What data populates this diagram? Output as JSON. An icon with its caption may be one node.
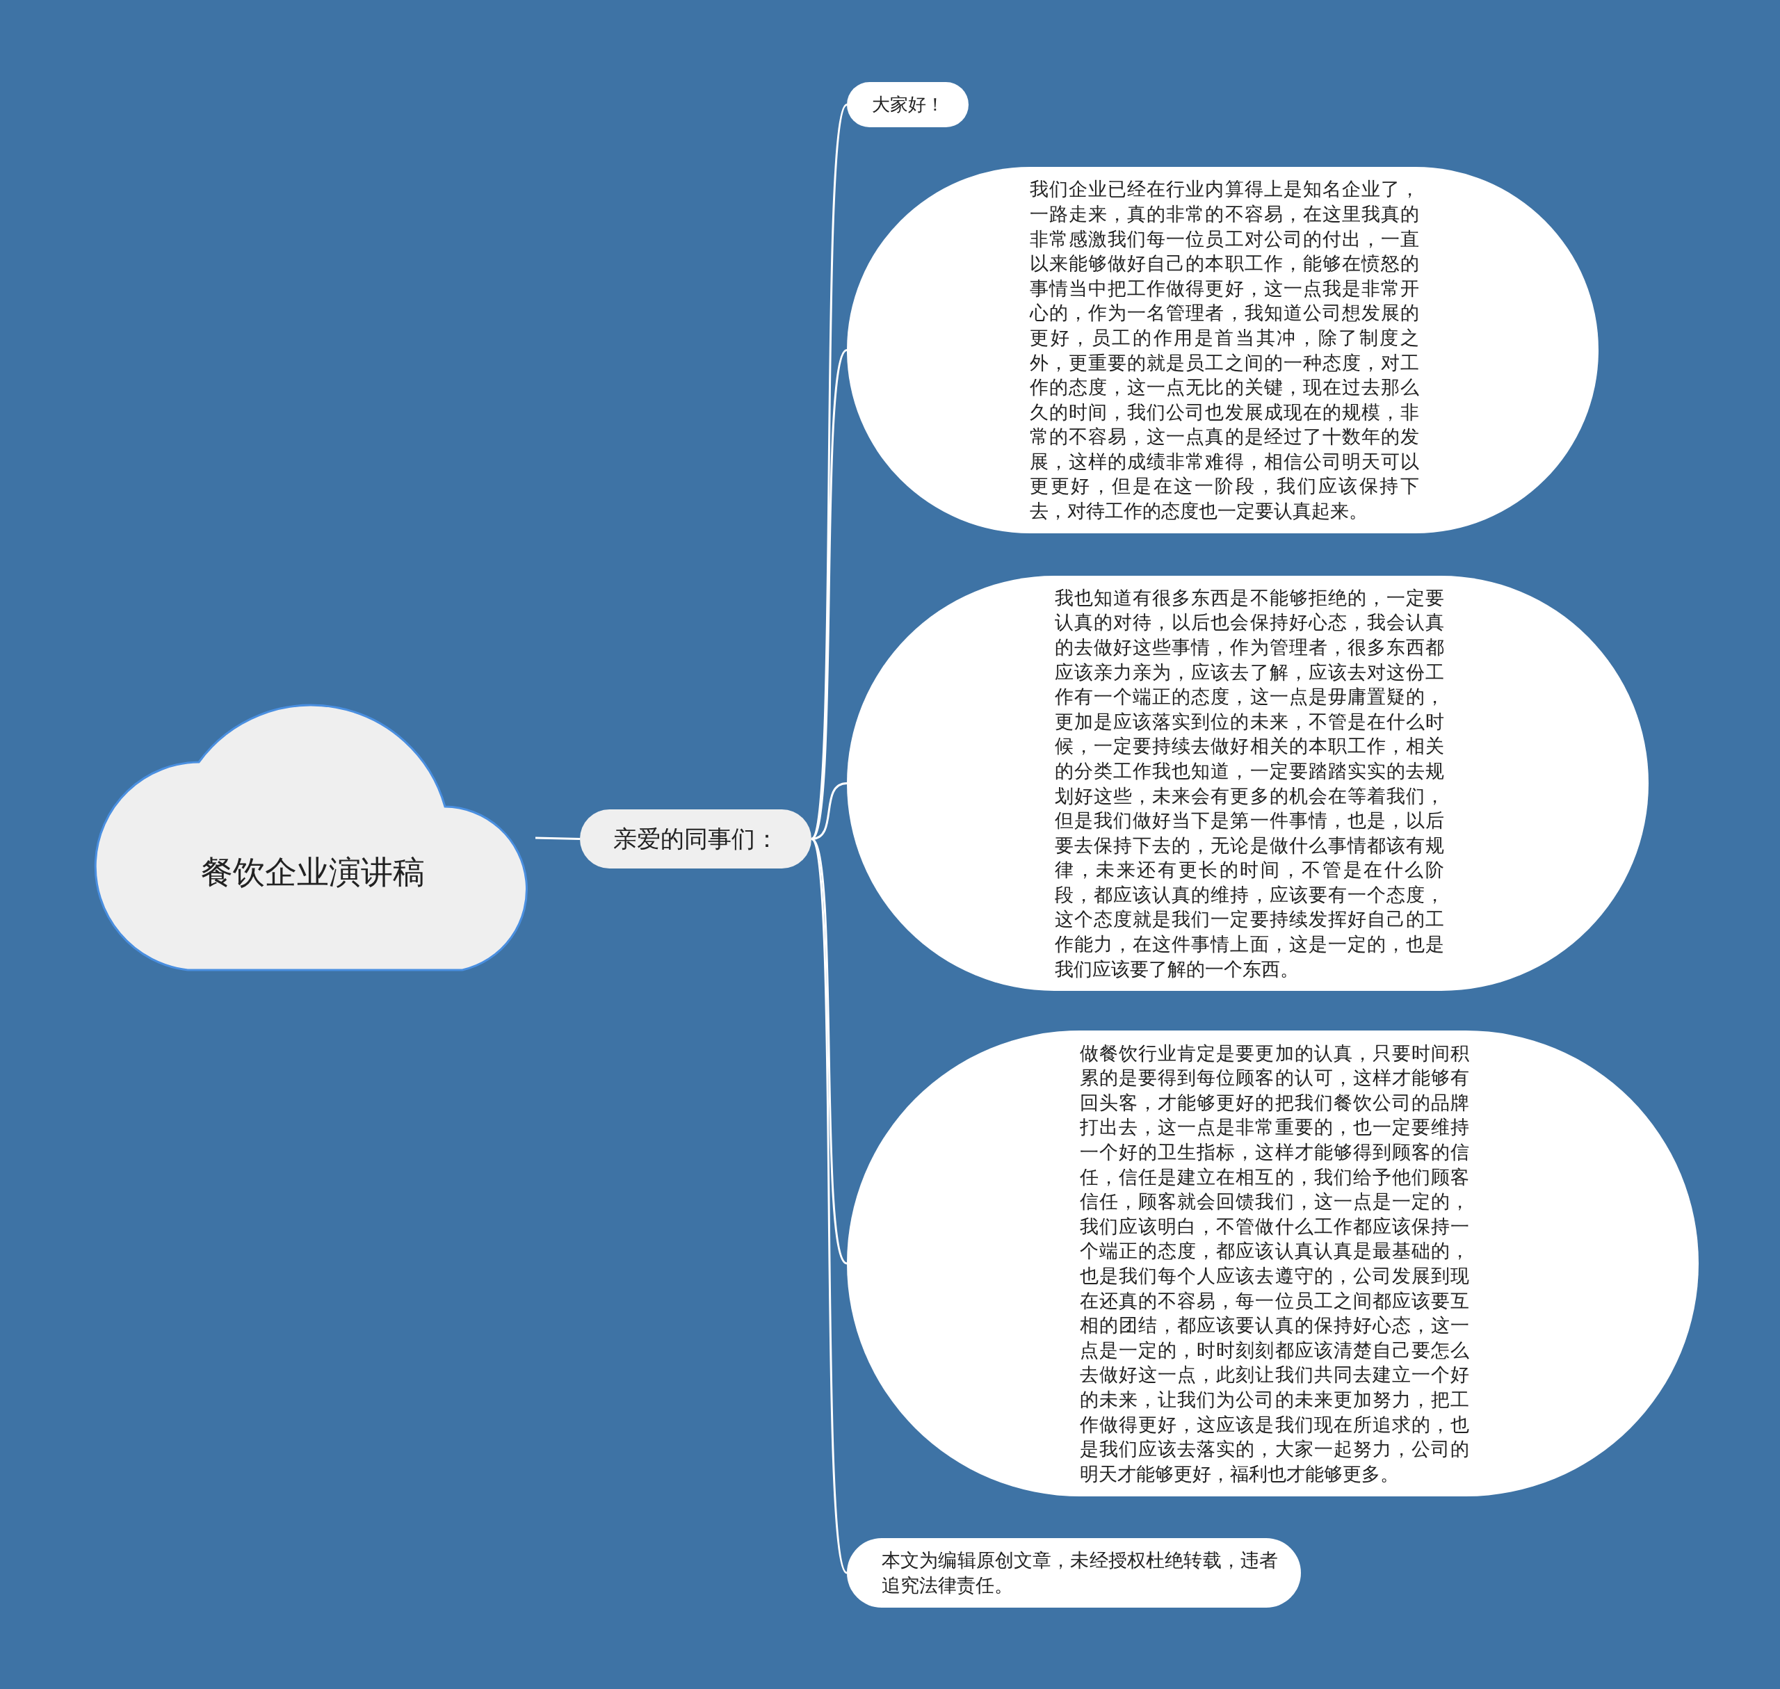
{
  "diagram": {
    "nodes": [
      {
        "text": [
          "餐饮企业演讲稿"
        ]
      },
      {
        "text": [
          "亲爱的同事们："
        ]
      },
      {
        "text": [
          "大家好！"
        ]
      },
      {
        "text": [
          "我们企业已经在行业内算得上是知名企业了，一路走来，真的非常的不容易，在这里我真的非常感激我们每一位员工对公司的付出，一直以来能够做好自己的本职工作，能够在愤怒的事情当中把工作做得更好，这一点我是非常开心的，作为一名管理者，我知道公司想发展的更好，员工的作用是首当其冲，除了制度之外，更重要的就是员工之间的一种态度，对工作的态度，这一点无比的关键，现在过去那么久的时间，我们公司也发展成现在的规模，非常的不容易，这一点真的是经过了十数年的发展，这样的成绩非常难得，相信公司明天可以更更好，但是在这一阶段，我们应该保持下去，对待工作的态度也一定要认真起来。"
        ]
      },
      {
        "text": [
          "我也知道有很多东西是不能够拒绝的，一定要认真的对待，以后也会保持好心态，我会认真的去做好这些事情，作为管理者，很多东西都应该亲力亲为，应该去了解，应该去对这份工作有一个端正的态度，这一点是毋庸置疑的，更加是应该落实到位的未来，不管是在什么时候，一定要持续去做好相关的本职工作，相关的分类工作我也知道，一定要踏踏实实的去规划好这些，未来会有更多的机会在等着我们，但是我们做好当下是第一件事情，也是，以后要去保持下去的，无论是做什么事情都该有规律，未来还有更长的时间，不管是在什么阶段，都应该认真的维持，应该要有一个态度，这个态度就是我们一定要持续发挥好自己的工作能力，在这件事情上面，这是一定的，也是我们应该要了解的一个东西。"
        ]
      },
      {
        "text": [
          "做餐饮行业肯定是要更加的认真，只要时间积累的是要得到每位顾客的认可，这样才能够有回头客，才能够更好的把我们餐饮公司的品牌打出去，这一点是非常重要的，也一定要维持一个好的卫生指标，这样才能够得到顾客的信任，信任是建立在相互的，我们给予他们顾客信任，顾客就会回馈我们，这一点是一定的，我们应该明白，不管做什么工作都应该保持一个端正的态度，都应该认真认真是最基础的，也是我们每个人应该去遵守的，公司发展到现在还真的不容易，每一位员工之间都应该要互相的团结，都应该要认真的保持好心态，这一点是一定的，时时刻刻都应该清楚自己要怎么去做好这一点，此刻让我们共同去建立一个好的未来，让我们为公司的未来更加努力，把工作做得更好，这应该是我们现在所追求的，也是我们应该去落实的，大家一起努力，公司的明天才能够更好，福利也才能够更多。"
        ]
      },
      {
        "text": [
          "本文为编辑原创文章，未经授权杜绝转载，违者追究法律责任。"
        ]
      }
    ],
    "edges": [
      {
        "from": 0,
        "to": 1,
        "arrow": "none"
      },
      {
        "from": 1,
        "to": 2,
        "arrow": "none"
      },
      {
        "from": 1,
        "to": 3,
        "arrow": "none"
      },
      {
        "from": 1,
        "to": 4,
        "arrow": "none"
      },
      {
        "from": 1,
        "to": 5,
        "arrow": "none"
      },
      {
        "from": 1,
        "to": 6,
        "arrow": "none"
      }
    ]
  }
}
